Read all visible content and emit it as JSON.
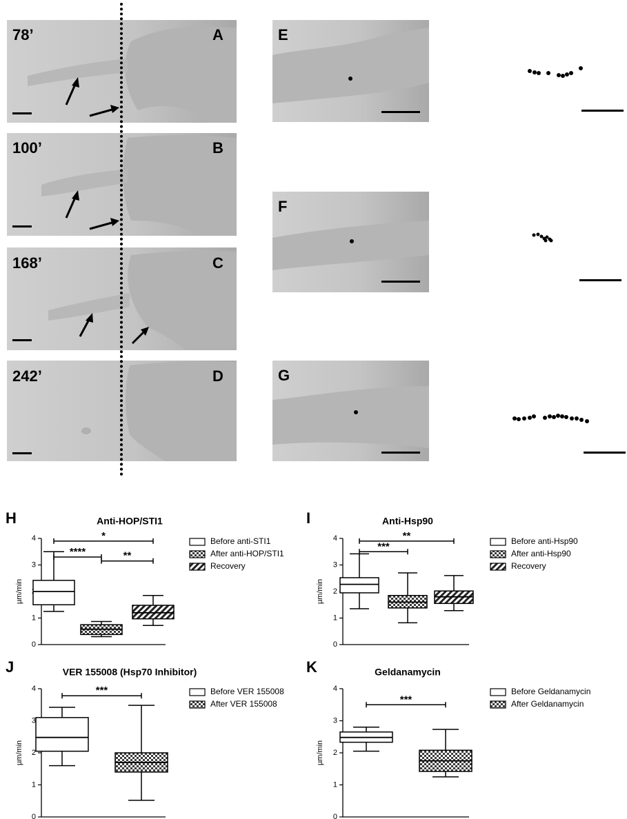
{
  "images": {
    "time_labels": [
      "78’",
      "100’",
      "168’",
      "242’"
    ],
    "left_letters": [
      "A",
      "B",
      "C",
      "D"
    ],
    "right_letters": [
      "E",
      "F",
      "G"
    ]
  },
  "chart_data": [
    {
      "panel": "H",
      "type": "box",
      "title": "Anti-HOP/STI1",
      "ylabel": "µm/min",
      "ylim": [
        0,
        4
      ],
      "yticks": [
        0,
        1,
        2,
        3,
        4
      ],
      "series": [
        {
          "name": "Before anti-STI1",
          "pattern": "white",
          "min": 1.25,
          "q1": 1.5,
          "median": 2.0,
          "q3": 2.42,
          "max": 3.5
        },
        {
          "name": "After anti-HOP/STI1",
          "pattern": "checker",
          "min": 0.3,
          "q1": 0.38,
          "median": 0.58,
          "q3": 0.75,
          "max": 0.87
        },
        {
          "name": "Recovery",
          "pattern": "hatch",
          "min": 0.72,
          "q1": 0.97,
          "median": 1.2,
          "q3": 1.48,
          "max": 1.85
        }
      ],
      "significance": [
        {
          "from": 0,
          "to": 2,
          "label": "*",
          "y": 3.9
        },
        {
          "from": 0,
          "to": 1,
          "label": "****",
          "y": 3.3
        },
        {
          "from": 1,
          "to": 2,
          "label": "**",
          "y": 3.15
        }
      ]
    },
    {
      "panel": "I",
      "type": "box",
      "title": "Anti-Hsp90",
      "ylabel": "µm/min",
      "ylim": [
        0,
        4
      ],
      "yticks": [
        0,
        1,
        2,
        3,
        4
      ],
      "series": [
        {
          "name": "Before anti-Hsp90",
          "pattern": "white",
          "min": 1.35,
          "q1": 1.95,
          "median": 2.27,
          "q3": 2.52,
          "max": 3.42
        },
        {
          "name": "After anti-Hsp90",
          "pattern": "checker",
          "min": 0.82,
          "q1": 1.38,
          "median": 1.6,
          "q3": 1.85,
          "max": 2.7
        },
        {
          "name": "Recovery",
          "pattern": "hatch",
          "min": 1.28,
          "q1": 1.55,
          "median": 1.8,
          "q3": 2.02,
          "max": 2.6
        }
      ],
      "significance": [
        {
          "from": 0,
          "to": 2,
          "label": "**",
          "y": 3.9
        },
        {
          "from": 0,
          "to": 1,
          "label": "***",
          "y": 3.5
        }
      ]
    },
    {
      "panel": "J",
      "type": "box",
      "title": "VER 155008 (Hsp70 Inhibitor)",
      "ylabel": "µm/min",
      "ylim": [
        0,
        4
      ],
      "yticks": [
        0,
        1,
        2,
        3,
        4
      ],
      "series": [
        {
          "name": "Before VER 155008",
          "pattern": "white",
          "min": 1.6,
          "q1": 2.05,
          "median": 2.48,
          "q3": 3.1,
          "max": 3.42
        },
        {
          "name": "After VER 155008",
          "pattern": "checker",
          "min": 0.52,
          "q1": 1.4,
          "median": 1.7,
          "q3": 2.0,
          "max": 3.48
        }
      ],
      "significance": [
        {
          "from": 0,
          "to": 1,
          "label": "***",
          "y": 3.78
        }
      ]
    },
    {
      "panel": "K",
      "type": "box",
      "title": "Geldanamycin",
      "ylabel": "µm/min",
      "ylim": [
        0,
        4
      ],
      "yticks": [
        0,
        1,
        2,
        3,
        4
      ],
      "series": [
        {
          "name": "Before Geldanamycin",
          "pattern": "white",
          "min": 2.05,
          "q1": 2.33,
          "median": 2.48,
          "q3": 2.65,
          "max": 2.8
        },
        {
          "name": "After Geldanamycin",
          "pattern": "checker",
          "min": 1.25,
          "q1": 1.42,
          "median": 1.75,
          "q3": 2.08,
          "max": 2.73
        }
      ],
      "significance": [
        {
          "from": 0,
          "to": 1,
          "label": "***",
          "y": 3.5
        }
      ]
    }
  ]
}
